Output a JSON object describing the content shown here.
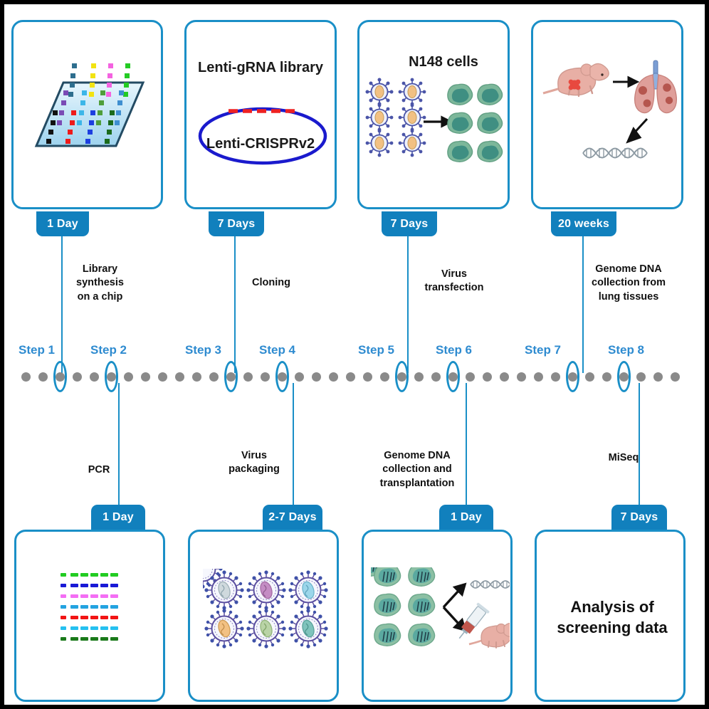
{
  "figure": {
    "type": "workflow-diagram",
    "title": "CRISPR in vivo screening workflow timeline"
  },
  "top_panels": [
    {
      "id": "chip",
      "title": "",
      "duration": "1 Day",
      "caption": "Library\nsynthesis\non a chip",
      "art": "dna-microarray-chip-icon"
    },
    {
      "id": "library",
      "title": "Lenti-gRNA library",
      "plasmid_label": "Lenti-CRISPRv2",
      "duration": "7 Days",
      "caption": "Cloning",
      "art": "plasmid-vector-icon"
    },
    {
      "id": "transfection",
      "title": "N148 cells",
      "duration": "7 Days",
      "caption": "Virus\ntransfection",
      "art": "virus-to-cells-icon"
    },
    {
      "id": "invivo",
      "title": "",
      "duration": "20 weeks",
      "caption": "Genome DNA\ncollection from\nlung tissues",
      "art": "mouse-lung-dna-icon"
    }
  ],
  "bottom_panels": [
    {
      "id": "pcr",
      "duration": "1 Day",
      "caption": "PCR",
      "art": "pcr-gel-bands-icon",
      "band_colors": [
        "#22cc22",
        "#1a1ad6",
        "#f46ef4",
        "#23a3e0",
        "#f21414",
        "#25c0f0",
        "#1b7a1b"
      ]
    },
    {
      "id": "packaging",
      "duration": "2-7 Days",
      "caption": "Virus\npackaging",
      "art": "lentivirus-particles-icon",
      "virus_core_colors": [
        "#cfd9dd",
        "#c48cc4",
        "#9bd6ea",
        "#f2c183",
        "#b9d3a6",
        "#7fc3bc"
      ]
    },
    {
      "id": "transplant",
      "duration": "1 Day",
      "caption": "Genome DNA\ncollection and\ntransplantation",
      "art": "cells-dna-mouse-injection-icon"
    },
    {
      "id": "analysis",
      "duration": "7 Days",
      "caption": "MiSeq",
      "art": "text-only",
      "text": "Analysis of\nscreening data"
    }
  ],
  "timeline": {
    "steps": [
      {
        "label": "Step 1"
      },
      {
        "label": "Step 2"
      },
      {
        "label": "Step 3"
      },
      {
        "label": "Step 4"
      },
      {
        "label": "Step 5"
      },
      {
        "label": "Step 6"
      },
      {
        "label": "Step 7"
      },
      {
        "label": "Step 8"
      }
    ],
    "dot_count": 39,
    "marker_count": 8
  },
  "colors": {
    "accent_blue": "#1a8fc7",
    "tab_blue": "#1180bd",
    "step_label_blue": "#2e8bd0",
    "timeline_dot_gray": "#8a8a8a",
    "plasmid_outline": "#1a1acd",
    "plasmid_insert_red": "#ee2222",
    "frame_black": "#000000"
  }
}
